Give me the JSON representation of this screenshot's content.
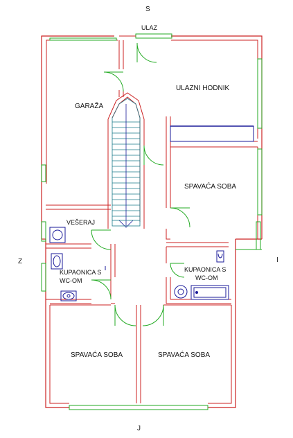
{
  "compass": {
    "north": "S",
    "south": "J",
    "west": "Z",
    "east": "I"
  },
  "entrance": "ULAZ",
  "rooms": {
    "garage": "GARAŽA",
    "hallway": "ULAZNI HODNIK",
    "bedroom_east": "SPAVAĆA SOBA",
    "laundry": "VEŠERAJ",
    "bath_west_line1": "KUPAONICA S",
    "bath_west_line2": "WC-OM",
    "bath_east_line1": "KUPAONICA S",
    "bath_east_line2": "WC-OM",
    "bedroom_sw": "SPAVAĆA SOBA",
    "bedroom_se": "SPAVAĆA SOBA"
  },
  "colors": {
    "wall": "#cc2222",
    "window": "#22aa22",
    "stair": "#1a7a8a",
    "fixture": "#1a1a99"
  }
}
